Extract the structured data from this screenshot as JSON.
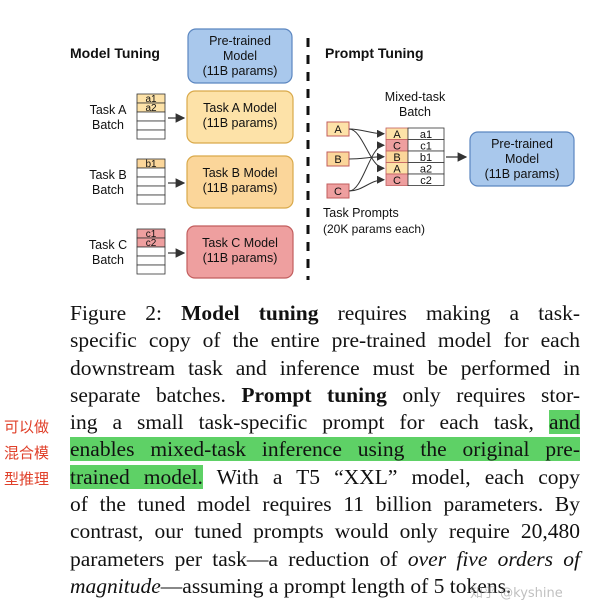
{
  "diagram": {
    "left_title": "Model Tuning",
    "right_title": "Prompt Tuning",
    "pretrained_top": [
      "Pre-trained",
      "Model",
      "(11B params)"
    ],
    "tasks": [
      {
        "batch_label": [
          "Task A",
          "Batch"
        ],
        "rows": [
          "a1",
          "a2",
          "",
          "",
          ""
        ],
        "model_label": [
          "Task A Model",
          "(11B params)"
        ],
        "color": "#fde2a8",
        "stroke": "#d9a94a"
      },
      {
        "batch_label": [
          "Task B",
          "Batch"
        ],
        "rows": [
          "b1",
          "",
          "",
          "",
          ""
        ],
        "model_label": [
          "Task B Model",
          "(11B params)"
        ],
        "color": "#fbd69a",
        "stroke": "#d9a94a"
      },
      {
        "batch_label": [
          "Task C",
          "Batch"
        ],
        "rows": [
          "c1",
          "c2",
          "",
          "",
          ""
        ],
        "model_label": [
          "Task C Model",
          "(11B params)"
        ],
        "color": "#ee9f9f",
        "stroke": "#c25e5e"
      }
    ],
    "mixed_batch_label": [
      "Mixed-task",
      "Batch"
    ],
    "prompts": [
      {
        "label": "A",
        "color": "#fde2a8"
      },
      {
        "label": "B",
        "color": "#fbd69a"
      },
      {
        "label": "C",
        "color": "#ee9f9f"
      }
    ],
    "mixed_rows": [
      {
        "prompt": "A",
        "item": "a1",
        "color": "#fde2a8"
      },
      {
        "prompt": "C",
        "item": "c1",
        "color": "#ee9f9f"
      },
      {
        "prompt": "B",
        "item": "b1",
        "color": "#fbd69a"
      },
      {
        "prompt": "A",
        "item": "a2",
        "color": "#fde2a8"
      },
      {
        "prompt": "C",
        "item": "c2",
        "color": "#ee9f9f"
      }
    ],
    "pretrained_right": [
      "Pre-trained",
      "Model",
      "(11B params)"
    ],
    "task_prompts_label": [
      "Task Prompts",
      "(20K params each)"
    ],
    "blue": "#a9c8ec",
    "blue_stroke": "#5b86c0"
  },
  "caption": {
    "lines": [
      [
        {
          "t": "Figure 2:  "
        },
        {
          "t": "Model tuning",
          "b": true
        },
        {
          "t": " requires making a task-"
        }
      ],
      [
        {
          "t": "specific copy of the entire pre-trained model for each"
        }
      ],
      [
        {
          "t": "downstream task and inference must be performed in"
        }
      ],
      [
        {
          "t": "separate batches. "
        },
        {
          "t": "Prompt tuning",
          "b": true
        },
        {
          "t": " only requires stor-"
        }
      ],
      [
        {
          "t": "ing a small task-specific prompt for each task, "
        },
        {
          "t": "and",
          "h": true
        }
      ],
      [
        {
          "t": "enables mixed-task inference using the original pre-",
          "h": true
        }
      ],
      [
        {
          "t": "trained model.",
          "h": true
        },
        {
          "t": " With a T5 “XXL” model, each copy"
        }
      ],
      [
        {
          "t": "of the tuned model requires 11 billion parameters. By"
        }
      ],
      [
        {
          "t": "contrast, our tuned prompts would only require 20,480"
        }
      ],
      [
        {
          "t": "parameters per task—a reduction of "
        },
        {
          "t": "over five orders of",
          "i": true
        }
      ],
      [
        {
          "t": "magnitude",
          "i": true
        },
        {
          "t": "—assuming a prompt length of 5 tokens."
        }
      ]
    ]
  },
  "side_note": [
    "可以做",
    "混合模",
    "型推理"
  ],
  "watermark": "知乎 @kyshine"
}
